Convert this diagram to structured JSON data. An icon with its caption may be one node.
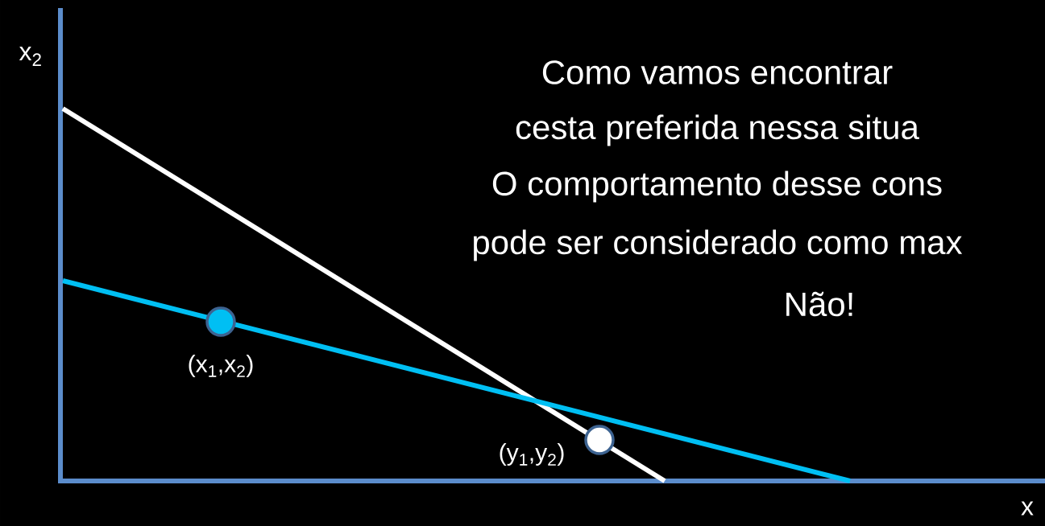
{
  "diagram": {
    "nodes": [
      {
        "text": [],
        "shape": "circle",
        "beside": [
          "(x$_{1}$,x$_{2}$)"
        ]
      },
      {
        "text": [],
        "shape": "circle",
        "beside": [
          "(y$_{1}$,y$_{2}$)"
        ]
      }
    ],
    "labels": [
      "x$_{2}$",
      "Como vamos encontrar",
      "cesta preferida nessa situa",
      "O comportamento desse cons",
      "pode ser considerado como max",
      "Não!",
      "x"
    ]
  }
}
